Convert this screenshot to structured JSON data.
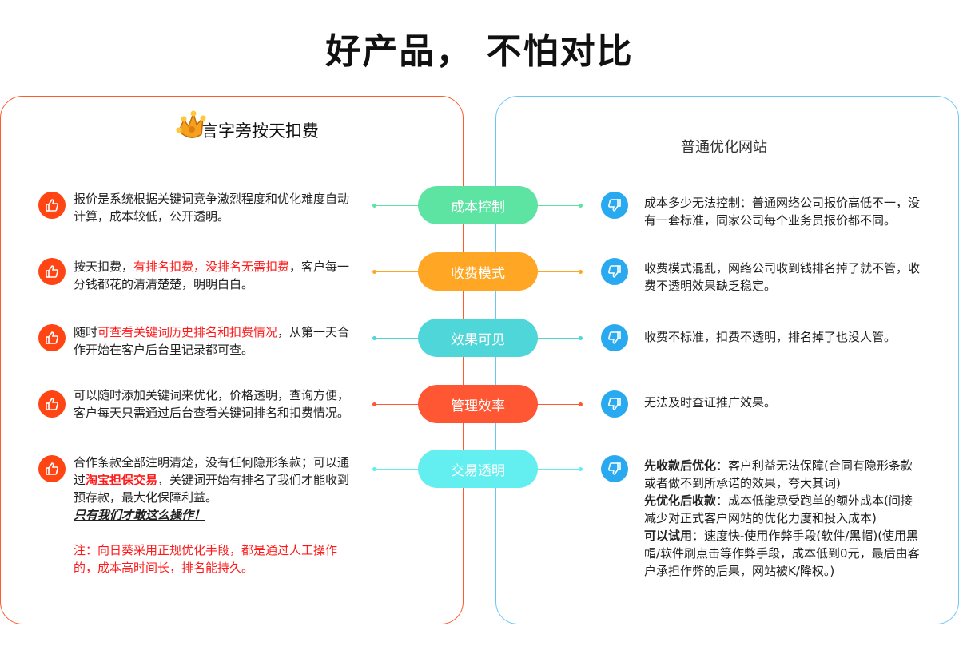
{
  "title": "好产品， 不怕对比",
  "left_header": "言字旁按天扣费",
  "right_header": "普通优化网站",
  "colors": {
    "left_border": "#ff5a2a",
    "right_border": "#6cc6f2",
    "up_icon": "#ff4513",
    "down_icon": "#29aaf0"
  },
  "rows": [
    {
      "label": "成本控制",
      "color": "#5de3a2",
      "left": {
        "a": "报价是系统根据关键词竞争激烈程度和优化难度自动计算，成本较低，公开透明。"
      },
      "right": "成本多少无法控制：普通网络公司报价高低不一，没有一套标准，同家公司每个业务员报价都不同。"
    },
    {
      "label": "收费模式",
      "color": "#ffa624",
      "left": {
        "a": "按天扣费，",
        "red": "有排名扣费，没排名无需扣费",
        "b": "，客户每一分钱都花的清清楚楚，明明白白。"
      },
      "right": "收费模式混乱，网络公司收到钱排名掉了就不管，收费不透明效果缺乏稳定。"
    },
    {
      "label": "效果可见",
      "color": "#4fd6d8",
      "left": {
        "a": "随时",
        "red": "可查看关键词历史排名和扣费情况",
        "b": "，从第一天合作开始在客户后台里记录都可查。"
      },
      "right": "收费不标准，扣费不透明，排名掉了也没人管。"
    },
    {
      "label": "管理效率",
      "color": "#ff5733",
      "left": {
        "a": "可以随时添加关键词来优化，价格透明，查询方便，客户每天只需通过后台查看关键词排名和扣费情况。"
      },
      "right": "无法及时查证推广效果。"
    },
    {
      "label": "交易透明",
      "color": "#63eef0",
      "left": {
        "a": "合作条款全部注明清楚，没有任何隐形条款；可以通过",
        "red": "淘宝担保交易",
        "b": "，关键词开始有排名了我们才能收到预存款，最大化保障利益。",
        "em": "只有我们才敢这么操作！",
        "note": "注：向日葵采用正规优化手段，都是通过人工操作的，成本高时间长，排名能持久。"
      },
      "right_parts": [
        {
          "bold": "先收款后优化",
          "text": "：客户利益无法保障(合同有隐形条款或者做不到所承诺的效果，夸大其词)"
        },
        {
          "bold": "先优化后收款",
          "text": "：成本低能承受跑单的额外成本(间接减少对正式客户网站的优化力度和投入成本)"
        },
        {
          "bold": "可以试用",
          "text": "：速度快-使用作弊手段(软件/黑帽)(使用黑帽/软件刷点击等作弊手段，成本低到0元，最后由客户承担作弊的后果，网站被K/降权。)"
        }
      ]
    }
  ]
}
